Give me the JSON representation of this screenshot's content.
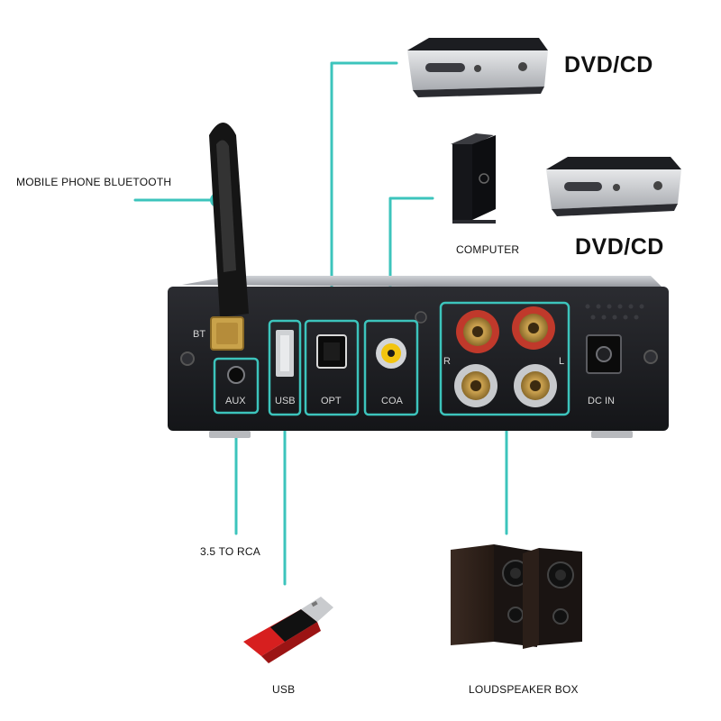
{
  "labels": {
    "mobile_bluetooth": "MOBILE PHONE BLUETOOTH",
    "dvd_top": "DVD/CD",
    "computer": "COMPUTER",
    "dvd_mid": "DVD/CD",
    "rca": "3.5 TO RCA",
    "usb": "USB",
    "speaker": "LOUDSPEAKER BOX"
  },
  "ports": {
    "bt": "BT",
    "aux": "AUX",
    "usb": "USB",
    "opt": "OPT",
    "coa": "COA",
    "dc_in": "DC IN",
    "r": "R",
    "l": "L"
  },
  "colors": {
    "accent": "#3cc4bc",
    "device_body": "#1b1c20",
    "gold": "#c9a24a",
    "red_ring": "#c0392b",
    "rca_yellow": "#f2c40f",
    "usb_red": "#d71f1f"
  }
}
